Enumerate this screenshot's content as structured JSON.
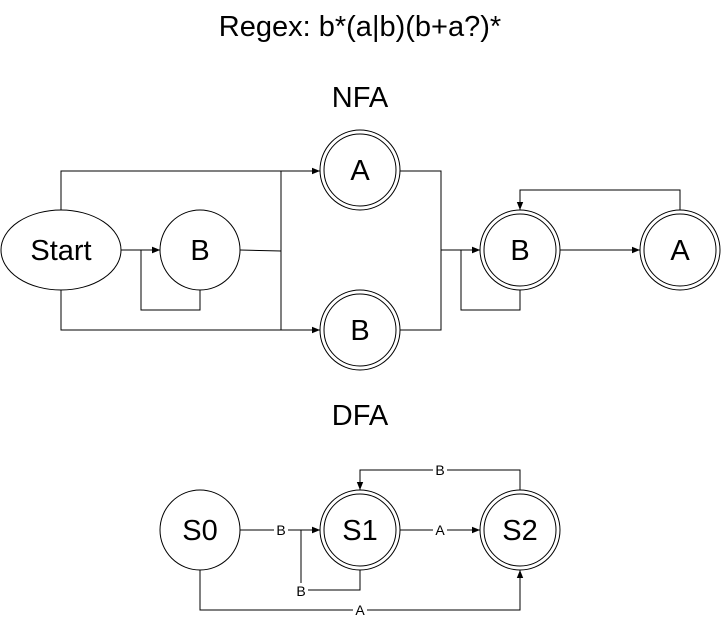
{
  "title": "Regex: b*(a|b)(b+a?)*",
  "nfa": {
    "heading": "NFA",
    "states": {
      "start": "Start",
      "b_loop": "B",
      "a_final": "A",
      "b_final": "B",
      "b_plus": "B",
      "a_opt": "A"
    }
  },
  "dfa": {
    "heading": "DFA",
    "states": {
      "s0": "S0",
      "s1": "S1",
      "s2": "S2"
    },
    "edges": {
      "s0_s1": "B",
      "s1_loop": "B",
      "s1_s2": "A",
      "s2_s1": "B",
      "s0_s2": "A"
    }
  }
}
